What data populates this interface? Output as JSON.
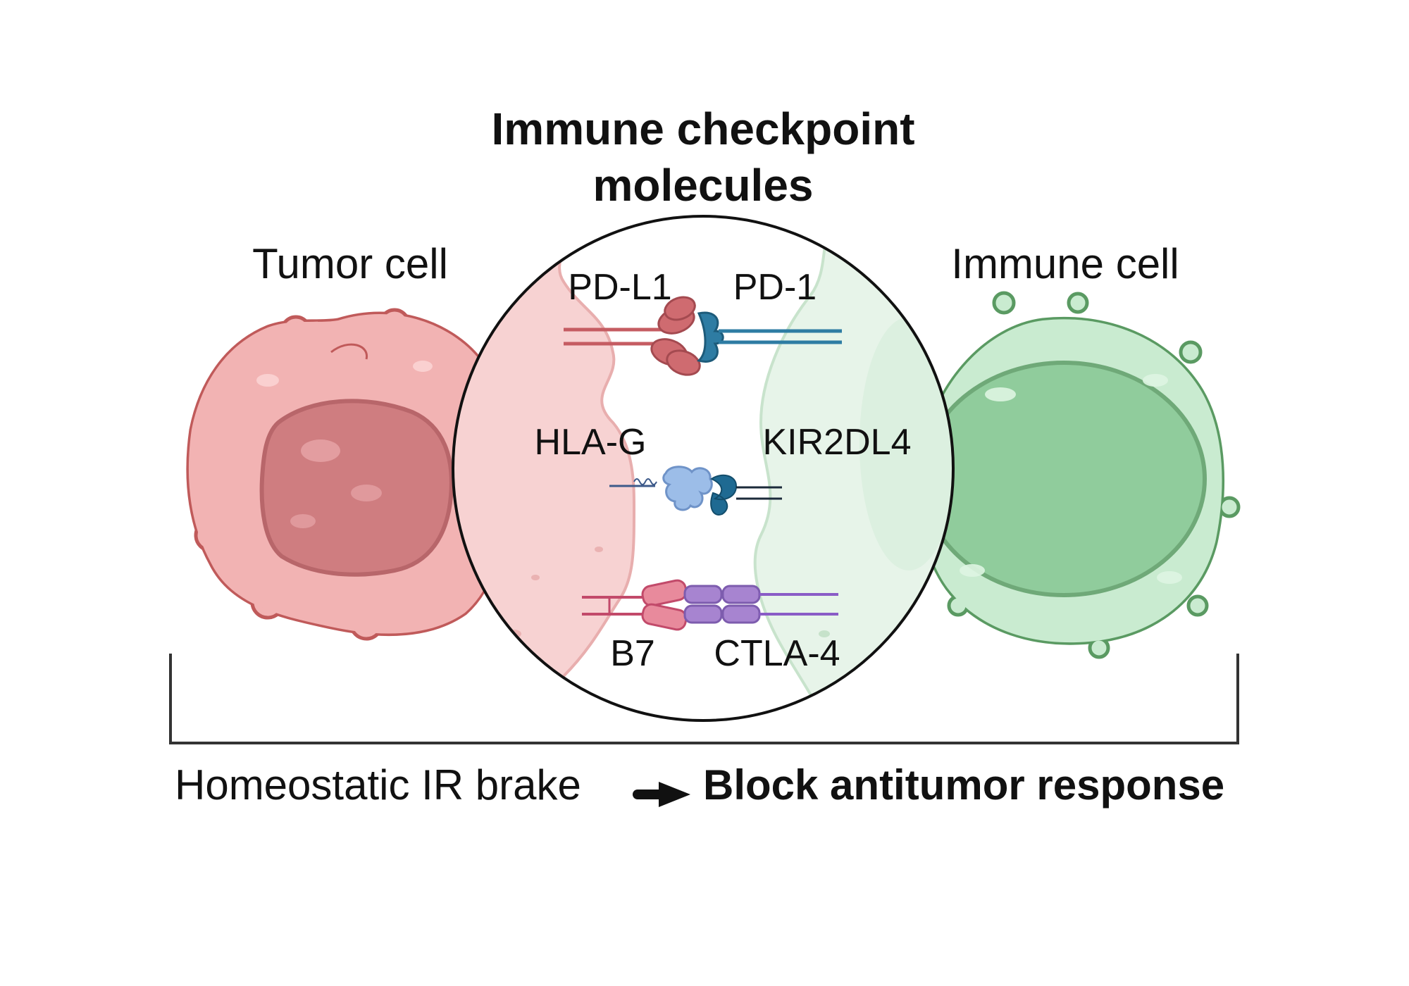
{
  "title": {
    "line1": "Immune checkpoint",
    "line2": "molecules"
  },
  "cells": {
    "tumor": {
      "label": "Tumor cell"
    },
    "immune": {
      "label": "Immune cell"
    }
  },
  "pairs": {
    "pdl1": "PD-L1",
    "pd1": "PD-1",
    "hlag": "HLA-G",
    "kir": "KIR2DL4",
    "b7": "B7",
    "ctla4": "CTLA-4"
  },
  "bottom": {
    "left": "Homeostatic IR brake",
    "right": "Block antitumor response"
  },
  "colors": {
    "tumor_fill": "#f2b3b3",
    "tumor_outline": "#c05a5a",
    "tumor_nucleus": "#cf7d80",
    "immune_fill": "#c9ebd0",
    "immune_outline": "#5a9a62",
    "immune_nucleus": "#90cc9c",
    "pdl1": "#c55c62",
    "pd1": "#2e7ca3",
    "hlag": "#8fb4e4",
    "kir": "#1f6a92",
    "b7": "#e26a82",
    "ctla4": "#a784d0"
  }
}
